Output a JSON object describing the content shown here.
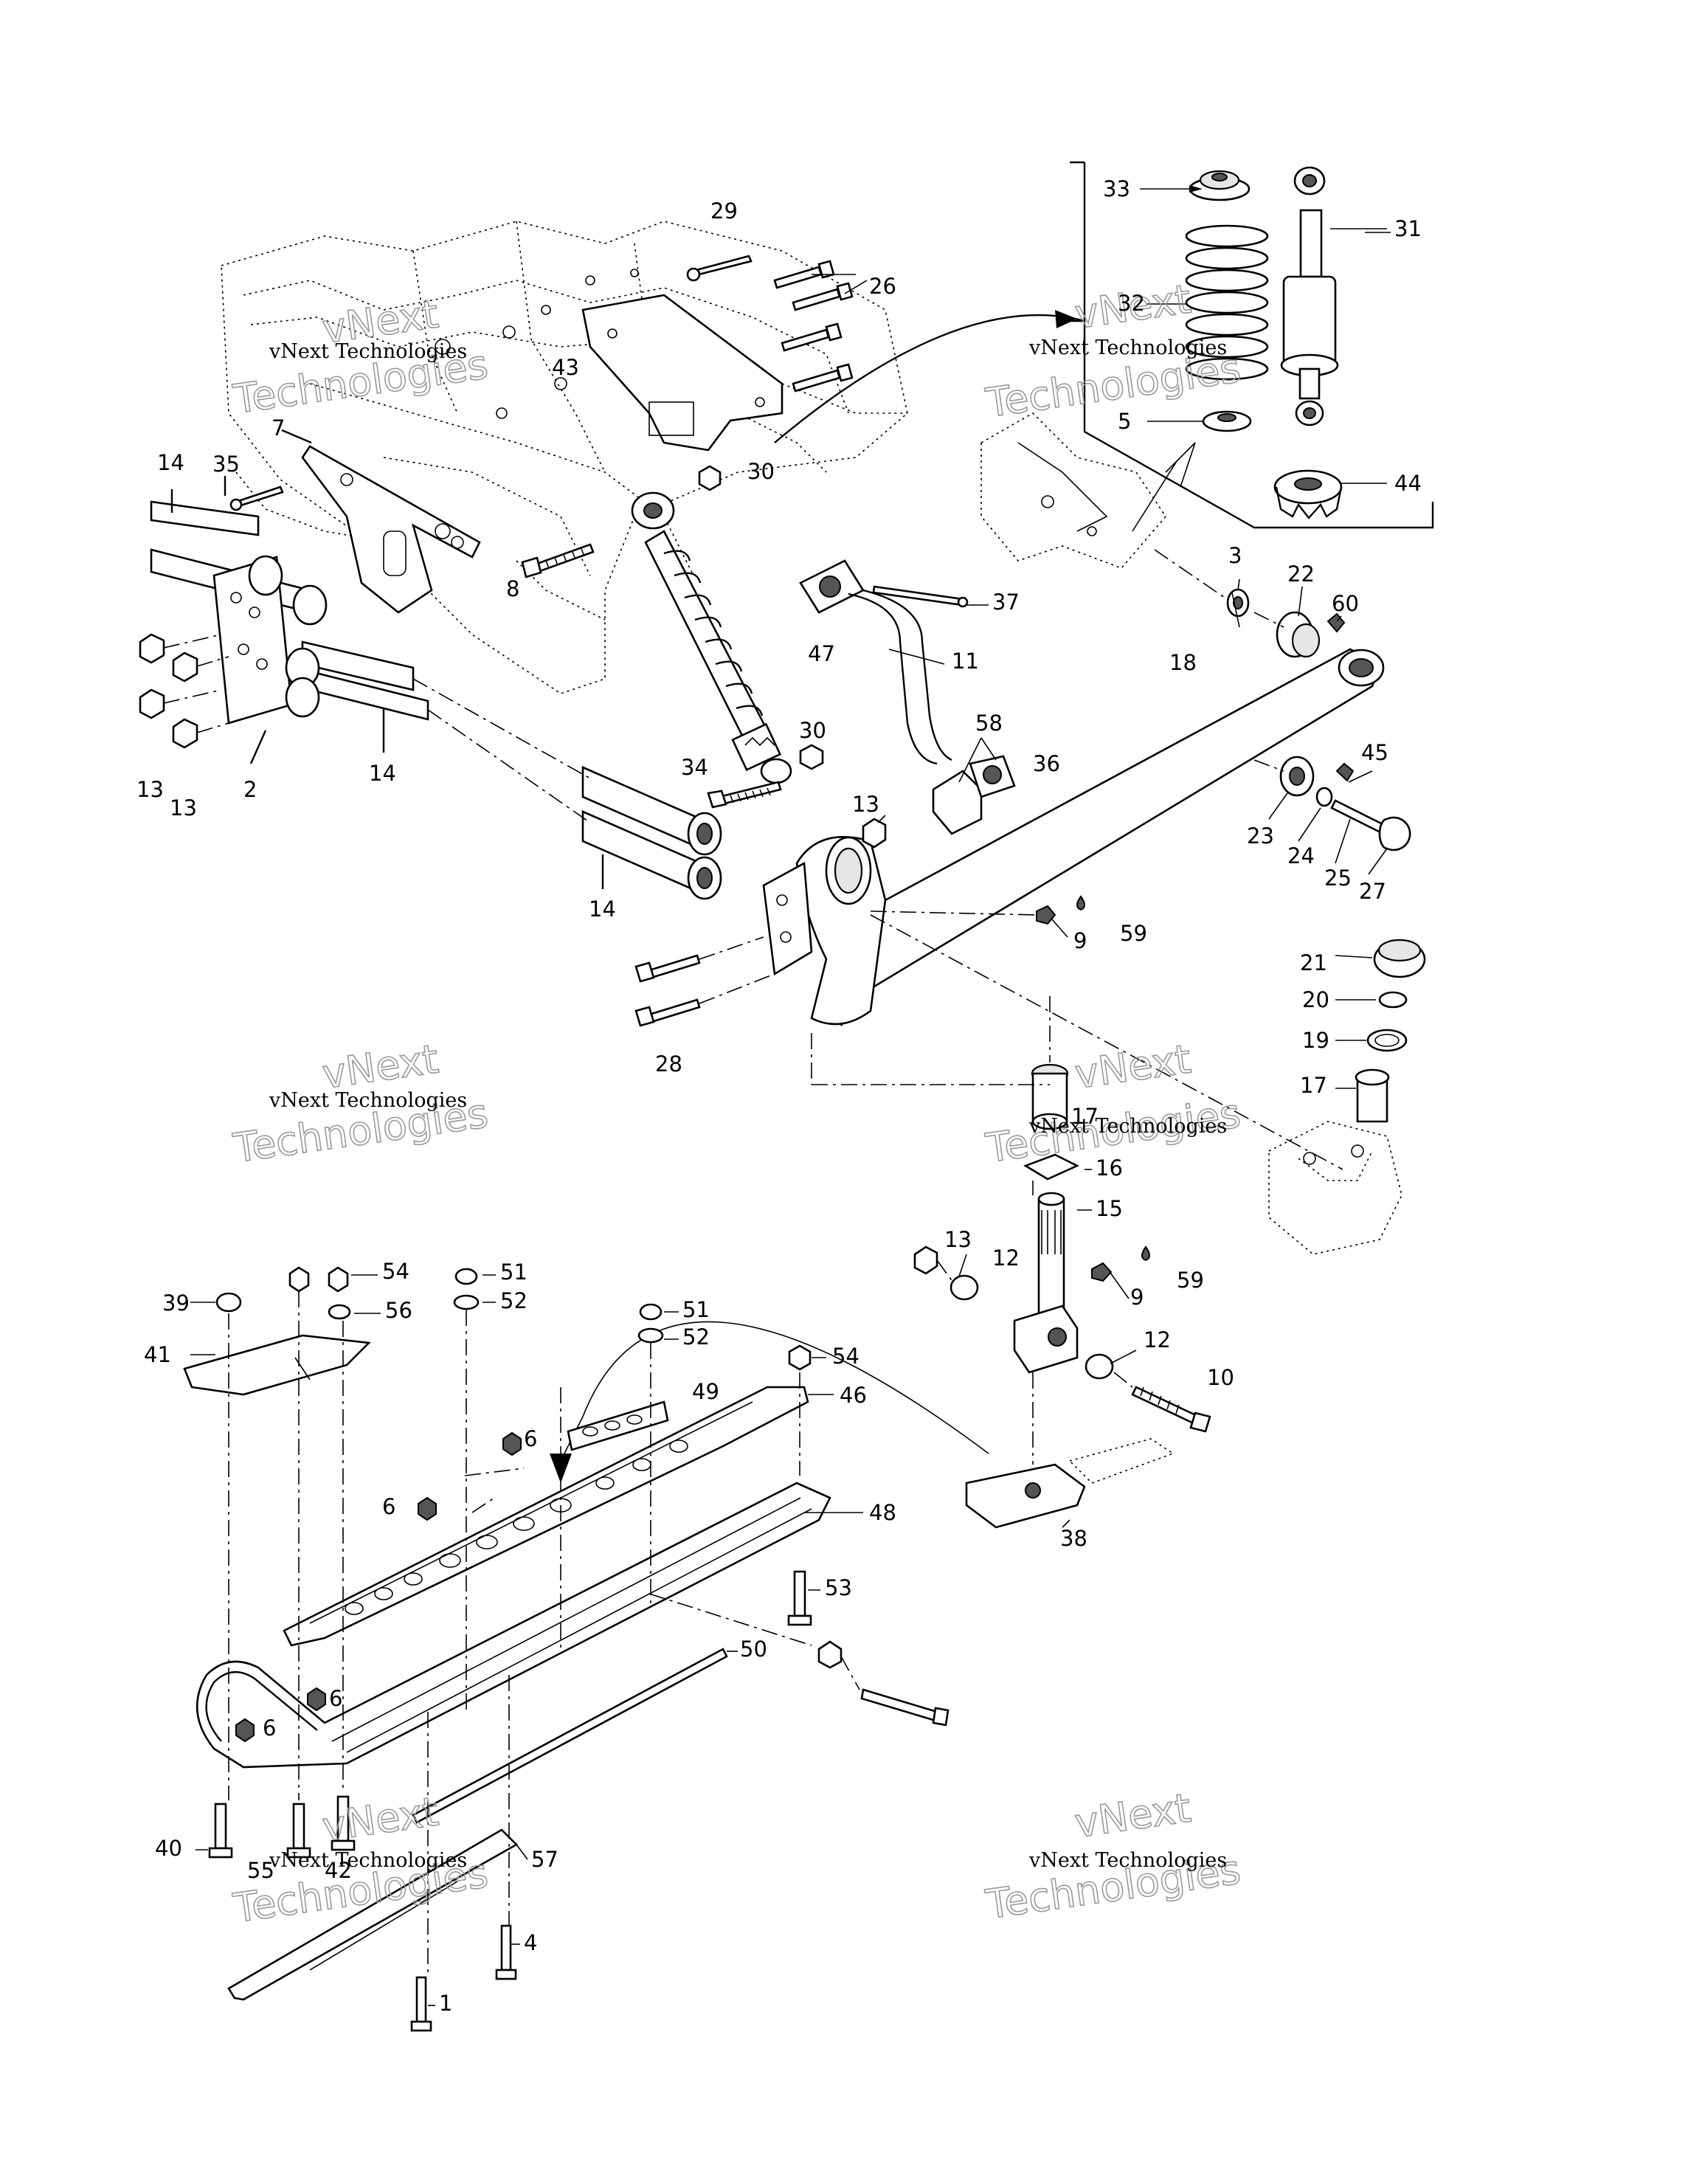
{
  "watermark": {
    "line1": "vNext",
    "line2": "Technologies",
    "full": "vNext Technologies"
  },
  "callouts": [
    "1",
    "2",
    "3",
    "4",
    "5",
    "6",
    "7",
    "8",
    "9",
    "10",
    "11",
    "12",
    "13",
    "14",
    "15",
    "16",
    "17",
    "18",
    "19",
    "20",
    "21",
    "22",
    "23",
    "24",
    "25",
    "26",
    "27",
    "28",
    "29",
    "30",
    "31",
    "32",
    "33",
    "34",
    "35",
    "36",
    "37",
    "38",
    "39",
    "40",
    "41",
    "42",
    "43",
    "44",
    "45",
    "46",
    "47",
    "48",
    "49",
    "50",
    "51",
    "52",
    "53",
    "54",
    "55",
    "56",
    "57",
    "58",
    "59",
    "60"
  ]
}
